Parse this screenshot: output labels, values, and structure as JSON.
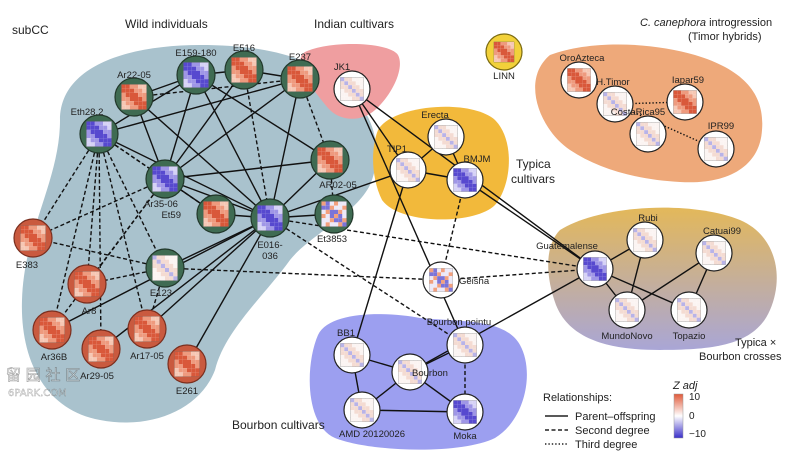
{
  "groups": {
    "subcc": "subCC",
    "wild": "Wild individuals",
    "indian": "Indian cultivars",
    "introgression_italic": "C. canephora",
    "introgression_rest": " introgression",
    "introgression_sub": "(Timor hybrids)",
    "typica_1": "Typica",
    "typica_2": "cultivars",
    "crosses_1": "Typica ×",
    "crosses_2": "Bourbon crosses",
    "bourbon": "Bourbon cultivars"
  },
  "colors": {
    "wild": "#a9c2cd",
    "indian": "#ef9ea0",
    "typica": "#f2b93b",
    "introgression": "#eea97a",
    "crosses_top": "#e3b85a",
    "crosses_bottom": "#a9a6d6",
    "bourbon": "#9c9ff0",
    "node_green": "#3f6b52",
    "node_red": "#c95a3f",
    "node_yellow": "#f2d13a"
  },
  "nodes": [
    {
      "id": "Ar22-05",
      "label": "Ar22-05",
      "style": "green",
      "heat": "red"
    },
    {
      "id": "E159-180",
      "label": "E159-180",
      "style": "green",
      "heat": "blue"
    },
    {
      "id": "E516",
      "label": "E516",
      "style": "green",
      "heat": "red"
    },
    {
      "id": "E237",
      "label": "E237",
      "style": "green",
      "heat": "red"
    },
    {
      "id": "Eth28.2",
      "label": "Eth28.2",
      "style": "green",
      "heat": "blue"
    },
    {
      "id": "AR02-05",
      "label": "AR02-05",
      "style": "green",
      "heat": "red"
    },
    {
      "id": "Ar35-06",
      "label": "Ar35-06",
      "style": "green",
      "heat": "blue"
    },
    {
      "id": "Et59",
      "label": "Et59",
      "style": "green",
      "heat": "red"
    },
    {
      "id": "E016-036",
      "label": "E016-\n036",
      "style": "green",
      "heat": "blue"
    },
    {
      "id": "Et3853",
      "label": "Et3853",
      "style": "green",
      "heat": "mixed"
    },
    {
      "id": "E383",
      "label": "E383",
      "style": "red",
      "heat": "red"
    },
    {
      "id": "E123",
      "label": "E123",
      "style": "green",
      "heat": "light"
    },
    {
      "id": "Ar8",
      "label": "Ar8",
      "style": "red",
      "heat": "red"
    },
    {
      "id": "Ar36B",
      "label": "Ar36B",
      "style": "red",
      "heat": "red"
    },
    {
      "id": "Ar29-05",
      "label": "Ar29-05",
      "style": "red",
      "heat": "red"
    },
    {
      "id": "Ar17-05",
      "label": "Ar17-05",
      "style": "red",
      "heat": "red"
    },
    {
      "id": "E261",
      "label": "E261",
      "style": "red",
      "heat": "red"
    },
    {
      "id": "JK1",
      "label": "JK1",
      "style": "white",
      "heat": "light"
    },
    {
      "id": "LINN",
      "label": "LINN",
      "style": "yellow",
      "heat": "red"
    },
    {
      "id": "TIP1",
      "label": "TIP1",
      "style": "white",
      "heat": "light"
    },
    {
      "id": "Erecta",
      "label": "Erecta",
      "style": "white",
      "heat": "light"
    },
    {
      "id": "BMJM",
      "label": "BMJM",
      "style": "white",
      "heat": "blue"
    },
    {
      "id": "OroAzteca",
      "label": "OroAzteca",
      "style": "white",
      "heat": "red"
    },
    {
      "id": "H.Timor",
      "label": "H.Timor",
      "style": "white",
      "heat": "light"
    },
    {
      "id": "Iapar59",
      "label": "Iapar59",
      "style": "white",
      "heat": "red"
    },
    {
      "id": "CostaRica95",
      "label": "CostaRica95",
      "style": "white",
      "heat": "light"
    },
    {
      "id": "IPR99",
      "label": "IPR99",
      "style": "white",
      "heat": "light"
    },
    {
      "id": "Geisha",
      "label": "Geisha",
      "style": "white",
      "heat": "mixed"
    },
    {
      "id": "Guatemalense",
      "label": "Guatemalense",
      "style": "white",
      "heat": "blue"
    },
    {
      "id": "Rubi",
      "label": "Rubi",
      "style": "white",
      "heat": "light"
    },
    {
      "id": "Catuai99",
      "label": "Catuai99",
      "style": "white",
      "heat": "light"
    },
    {
      "id": "MundoNovo",
      "label": "MundoNovo",
      "style": "white",
      "heat": "light"
    },
    {
      "id": "Topazio",
      "label": "Topazio",
      "style": "white",
      "heat": "light"
    },
    {
      "id": "BB1",
      "label": "BB1",
      "style": "white",
      "heat": "light"
    },
    {
      "id": "Bourbon pointu",
      "label": "Bourbon pointu",
      "style": "white",
      "heat": "light"
    },
    {
      "id": "Bourbon",
      "label": "Bourbon",
      "style": "white",
      "heat": "light"
    },
    {
      "id": "AMD 20120026",
      "label": "AMD 20120026",
      "style": "white",
      "heat": "light"
    },
    {
      "id": "Moka",
      "label": "Moka",
      "style": "white",
      "heat": "blue"
    }
  ],
  "edges": [
    [
      "Ar22-05",
      "E016-036",
      "solid"
    ],
    [
      "Ar22-05",
      "Ar35-06",
      "solid"
    ],
    [
      "Ar22-05",
      "E237",
      "dashed"
    ],
    [
      "Ar22-05",
      "E159-180",
      "solid"
    ],
    [
      "E159-180",
      "E516",
      "solid"
    ],
    [
      "E159-180",
      "Eth28.2",
      "solid"
    ],
    [
      "E159-180",
      "AR02-05",
      "solid"
    ],
    [
      "E159-180",
      "E016-036",
      "solid"
    ],
    [
      "E159-180",
      "Ar35-06",
      "solid"
    ],
    [
      "E516",
      "E237",
      "solid"
    ],
    [
      "E516",
      "Ar35-06",
      "solid"
    ],
    [
      "E516",
      "E016-036",
      "dashed"
    ],
    [
      "E237",
      "Ar35-06",
      "solid"
    ],
    [
      "E237",
      "E016-036",
      "solid"
    ],
    [
      "E237",
      "AR02-05",
      "dashed"
    ],
    [
      "E237",
      "Eth28.2",
      "solid"
    ],
    [
      "Eth28.2",
      "Ar35-06",
      "dashed"
    ],
    [
      "Eth28.2",
      "E016-036",
      "solid"
    ],
    [
      "Eth28.2",
      "E383",
      "dashed"
    ],
    [
      "Eth28.2",
      "Ar8",
      "dashed"
    ],
    [
      "Eth28.2",
      "Ar36B",
      "dashed"
    ],
    [
      "Eth28.2",
      "E123",
      "dashed"
    ],
    [
      "Eth28.2",
      "Ar17-05",
      "dashed"
    ],
    [
      "Eth28.2",
      "Et59",
      "dashed"
    ],
    [
      "Eth28.2",
      "Ar29-05",
      "dashed"
    ],
    [
      "AR02-05",
      "E016-036",
      "solid"
    ],
    [
      "AR02-05",
      "Ar35-06",
      "solid"
    ],
    [
      "AR02-05",
      "Et3853",
      "dashed"
    ],
    [
      "Ar35-06",
      "E016-036",
      "solid"
    ],
    [
      "Ar35-06",
      "Et59",
      "solid"
    ],
    [
      "Ar35-06",
      "E383",
      "dashed"
    ],
    [
      "Ar35-06",
      "Ar8",
      "dashed"
    ],
    [
      "Ar35-06",
      "Ar36B",
      "dashed"
    ],
    [
      "Et59",
      "E016-036",
      "solid"
    ],
    [
      "E016-036",
      "Et3853",
      "solid"
    ],
    [
      "E016-036",
      "E123",
      "solid"
    ],
    [
      "E016-036",
      "Ar17-05",
      "solid"
    ],
    [
      "E016-036",
      "E261",
      "solid"
    ],
    [
      "E016-036",
      "Ar29-05",
      "solid"
    ],
    [
      "E016-036",
      "Ar36B",
      "solid"
    ],
    [
      "E123",
      "Ar8",
      "dashed"
    ],
    [
      "E123",
      "E383",
      "dashed"
    ],
    [
      "E123",
      "Ar17-05",
      "dashed"
    ],
    [
      "E123",
      "Geisha",
      "dashed"
    ],
    [
      "JK1",
      "TIP1",
      "solid"
    ],
    [
      "JK1",
      "Bourbon pointu",
      "solid"
    ],
    [
      "JK1",
      "Guatemalense",
      "solid"
    ],
    [
      "TIP1",
      "Erecta",
      "solid"
    ],
    [
      "TIP1",
      "BMJM",
      "solid"
    ],
    [
      "Erecta",
      "BMJM",
      "solid"
    ],
    [
      "TIP1",
      "E016-036",
      "solid"
    ],
    [
      "TIP1",
      "BB1",
      "solid"
    ],
    [
      "BMJM",
      "Geisha",
      "dashed"
    ],
    [
      "BMJM",
      "Guatemalense",
      "solid"
    ],
    [
      "H.Timor",
      "Iapar59",
      "dotted"
    ],
    [
      "H.Timor",
      "IPR99",
      "dotted"
    ],
    [
      "Guatemalense",
      "Rubi",
      "solid"
    ],
    [
      "Guatemalense",
      "MundoNovo",
      "solid"
    ],
    [
      "Guatemalense",
      "Topazio",
      "solid"
    ],
    [
      "Rubi",
      "MundoNovo",
      "solid"
    ],
    [
      "Catuai99",
      "MundoNovo",
      "solid"
    ],
    [
      "Catuai99",
      "Topazio",
      "solid"
    ],
    [
      "E016-036",
      "Guatemalense",
      "dashed"
    ],
    [
      "Geisha",
      "Guatemalense",
      "dashed"
    ],
    [
      "E016-036",
      "Bourbon pointu",
      "dashed"
    ],
    [
      "BB1",
      "Bourbon",
      "solid"
    ],
    [
      "BB1",
      "AMD 20120026",
      "solid"
    ],
    [
      "Bourbon pointu",
      "Bourbon",
      "solid"
    ],
    [
      "Bourbon",
      "AMD 20120026",
      "solid"
    ],
    [
      "Bourbon",
      "Moka",
      "solid"
    ],
    [
      "AMD 20120026",
      "Moka",
      "solid"
    ],
    [
      "Bourbon pointu",
      "Moka",
      "dashed"
    ],
    [
      "Bourbon",
      "Guatemalense",
      "solid"
    ]
  ],
  "legend": {
    "title": "Relationships:",
    "items": [
      {
        "label": "Parent–offspring",
        "style": "solid"
      },
      {
        "label": "Second degree",
        "style": "dashed"
      },
      {
        "label": "Third degree",
        "style": "dotted"
      }
    ]
  },
  "colorbar": {
    "title": "Z adj",
    "ticks": [
      "10",
      "0",
      "−10"
    ],
    "high": "#e05a3a",
    "mid": "#ffffff",
    "low": "#3a2fc9"
  },
  "watermark": {
    "line1": "留 园 社 区",
    "line2": "6PARK.COM"
  }
}
